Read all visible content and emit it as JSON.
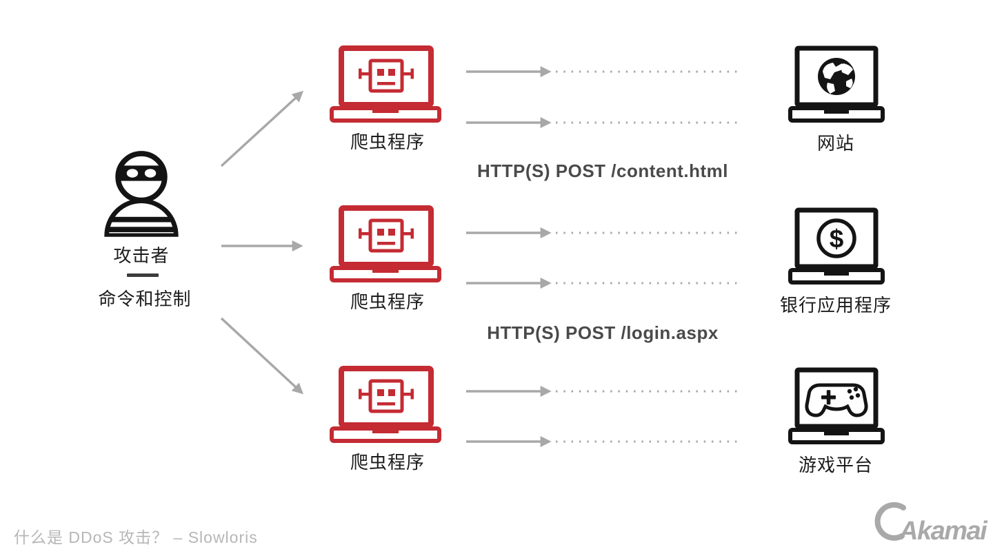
{
  "theme": {
    "background": "#ffffff",
    "bot_red": "#c42b33",
    "target_black": "#141414",
    "arrow_gray": "#a8a8a8",
    "label_color": "#1c1c1c",
    "http_text_color": "#4a4a4a",
    "footer_color": "#b6b6b6",
    "logo_color": "#a9a9a9",
    "divider_color": "#3c3c3c"
  },
  "attacker": {
    "icon": "masked-attacker-icon",
    "label": "攻击者",
    "sublabel": "命令和控制"
  },
  "bots": [
    {
      "icon": "bot-laptop-icon",
      "label": "爬虫程序"
    },
    {
      "icon": "bot-laptop-icon",
      "label": "爬虫程序"
    },
    {
      "icon": "bot-laptop-icon",
      "label": "爬虫程序"
    }
  ],
  "targets": [
    {
      "icon": "website-laptop-icon",
      "label": "网站"
    },
    {
      "icon": "banking-laptop-icon",
      "label": "银行应用程序",
      "glyph": "$"
    },
    {
      "icon": "gaming-laptop-icon",
      "label": "游戏平台"
    }
  ],
  "requests": [
    {
      "label": "HTTP(S) POST /content.html"
    },
    {
      "label": "HTTP(S) POST /login.aspx"
    }
  ],
  "footer": {
    "caption": "什么是 DDoS 攻击？  – Slowloris"
  },
  "logo": {
    "brand": "Akamai"
  }
}
